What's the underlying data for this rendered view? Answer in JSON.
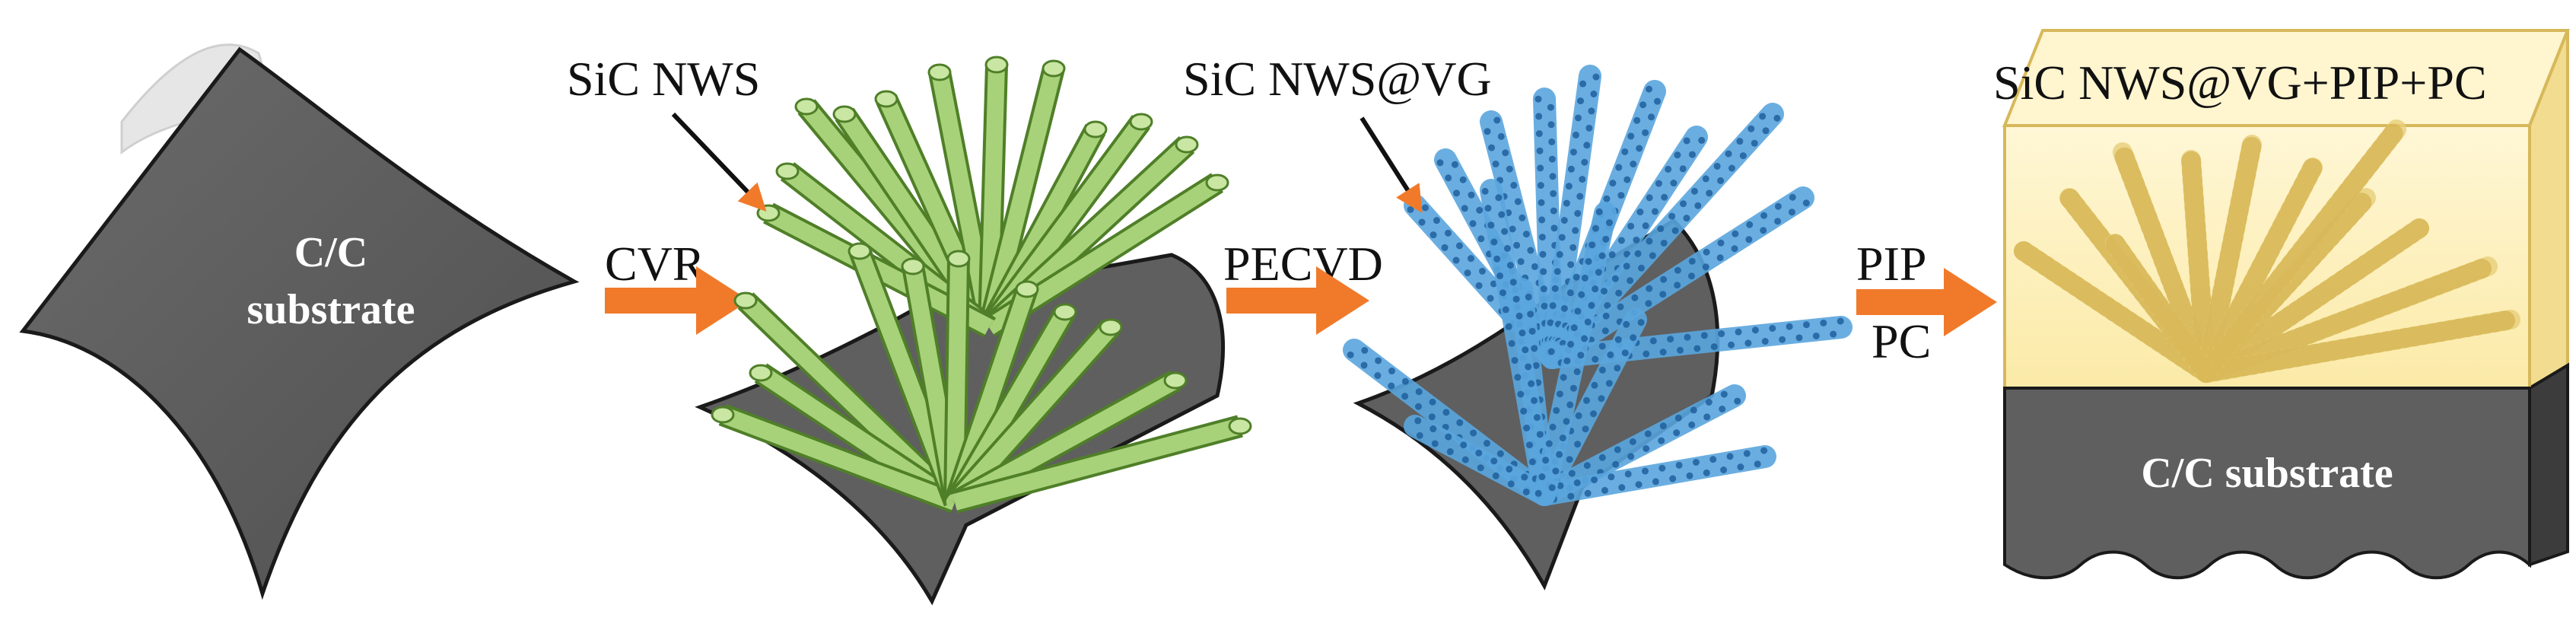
{
  "stages": [
    {
      "id": "substrate",
      "text_lines": [
        "C/C",
        "substrate"
      ]
    },
    {
      "id": "sic-nws",
      "label": "SiC NWS"
    },
    {
      "id": "sic-nws-vg",
      "label": "SiC NWS@VG"
    },
    {
      "id": "final",
      "label": "SiC NWS@VG+PIP+PC",
      "substrate_label": "C/C substrate"
    }
  ],
  "steps": [
    {
      "id": "cvr",
      "lines": [
        "CVR"
      ]
    },
    {
      "id": "pecvd",
      "lines": [
        "PECVD"
      ]
    },
    {
      "id": "pip-pc",
      "lines": [
        "PIP",
        "PC"
      ]
    }
  ],
  "colors": {
    "substrate": "#5f5f5f",
    "substrate_edge": "#1a1a1a",
    "nanowire": "#a8d27a",
    "nanowire_edge": "#4f7f28",
    "vg_coated": "#5aa6de",
    "vg_dot": "#1f5f9d",
    "coating": "#fff4c4",
    "coating_edge": "#d7b85a",
    "arrow": "#f07a2a",
    "text": "#111111"
  }
}
